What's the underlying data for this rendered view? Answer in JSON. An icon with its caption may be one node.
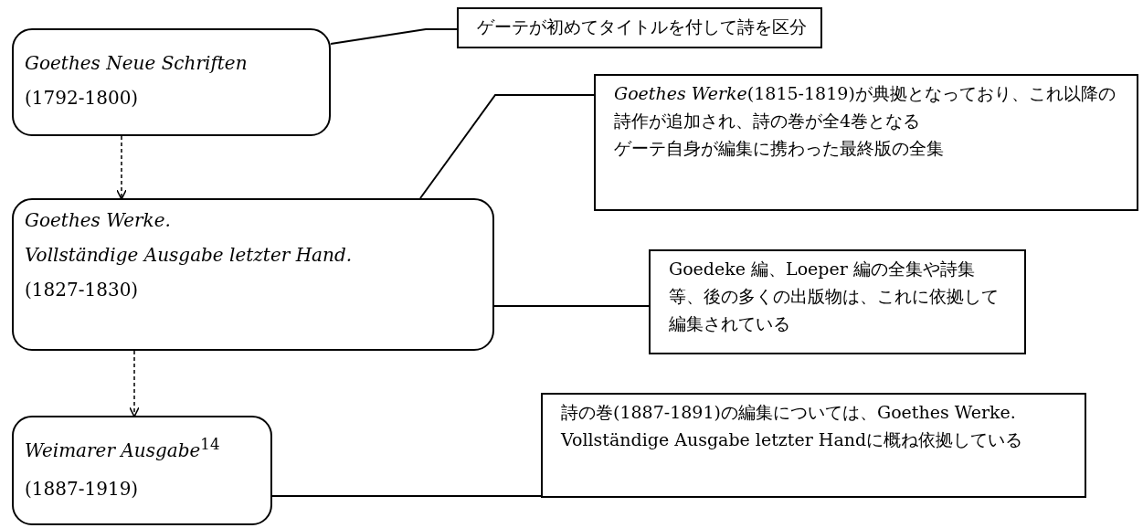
{
  "diagram": {
    "nodes": [
      {
        "text": [
          "Goethes Neue Schriften",
          "(1792-1800)"
        ]
      },
      {
        "text": [
          "ゲーテが初めてタイトルを付して詩を区分"
        ]
      },
      {
        "text": [
          "Goethes Werke.",
          "Vollständige Ausgabe letzter Hand.",
          "(1827-1830)"
        ]
      },
      {
        "text": [
          "*Goethes Werke*(1815-1819)が典拠となっており、これ以降の詩作が追加され、詩の巻が全4巻となる",
          "ゲーテ自身が編集に携わった最終版の全集"
        ]
      },
      {
        "text": [
          "Goedeke 編、Loeper 編の全集や詩集等、後の多くの出版物は、これに依拠して編集されている"
        ]
      },
      {
        "text": [
          "*Weimarer Ausgabe*$^{14}$",
          "(1887-1919)"
        ]
      },
      {
        "text": [
          "詩の巻(1887-1891)の編集については、Goethes Werke. Vollständige Ausgabe letzter Handに概ね依拠している"
        ]
      }
    ],
    "edges": [
      {
        "from": 0,
        "to": 2,
        "arrow": "to",
        "style": "dashed"
      },
      {
        "from": 2,
        "to": 5,
        "arrow": "to",
        "style": "dashed"
      },
      {
        "from": 0,
        "to": 1,
        "arrow": "none"
      },
      {
        "from": 2,
        "to": 3,
        "arrow": "none"
      },
      {
        "from": 2,
        "to": 4,
        "arrow": "none"
      },
      {
        "from": 5,
        "to": 6,
        "arrow": "none"
      }
    ]
  }
}
